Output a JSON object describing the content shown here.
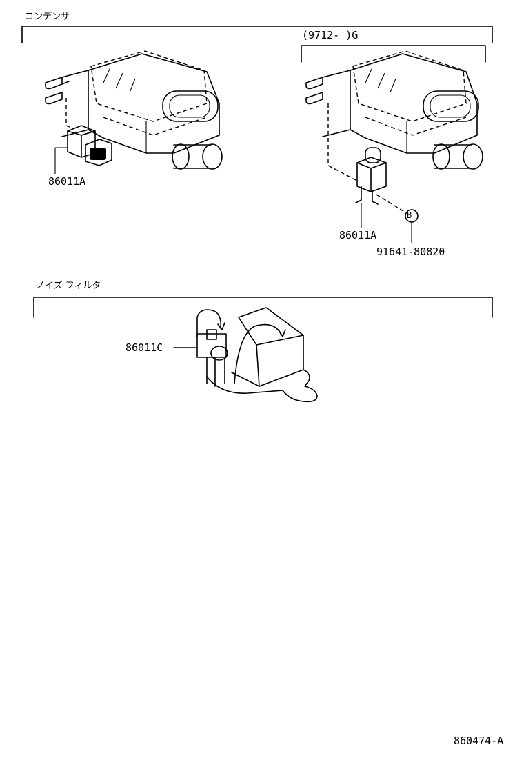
{
  "section_capacitor": {
    "title": "コンデンサ"
  },
  "variant": {
    "label": "(9712-      )G"
  },
  "callouts": {
    "left_part": "86011A",
    "right_part": "86011A",
    "screw_part": "91641-80820",
    "screw_ref": "B",
    "noise_part": "86011C"
  },
  "section_noise_filter": {
    "title": "ノイズ フィルタ"
  },
  "footer": {
    "drawing_id": "860474-A"
  }
}
